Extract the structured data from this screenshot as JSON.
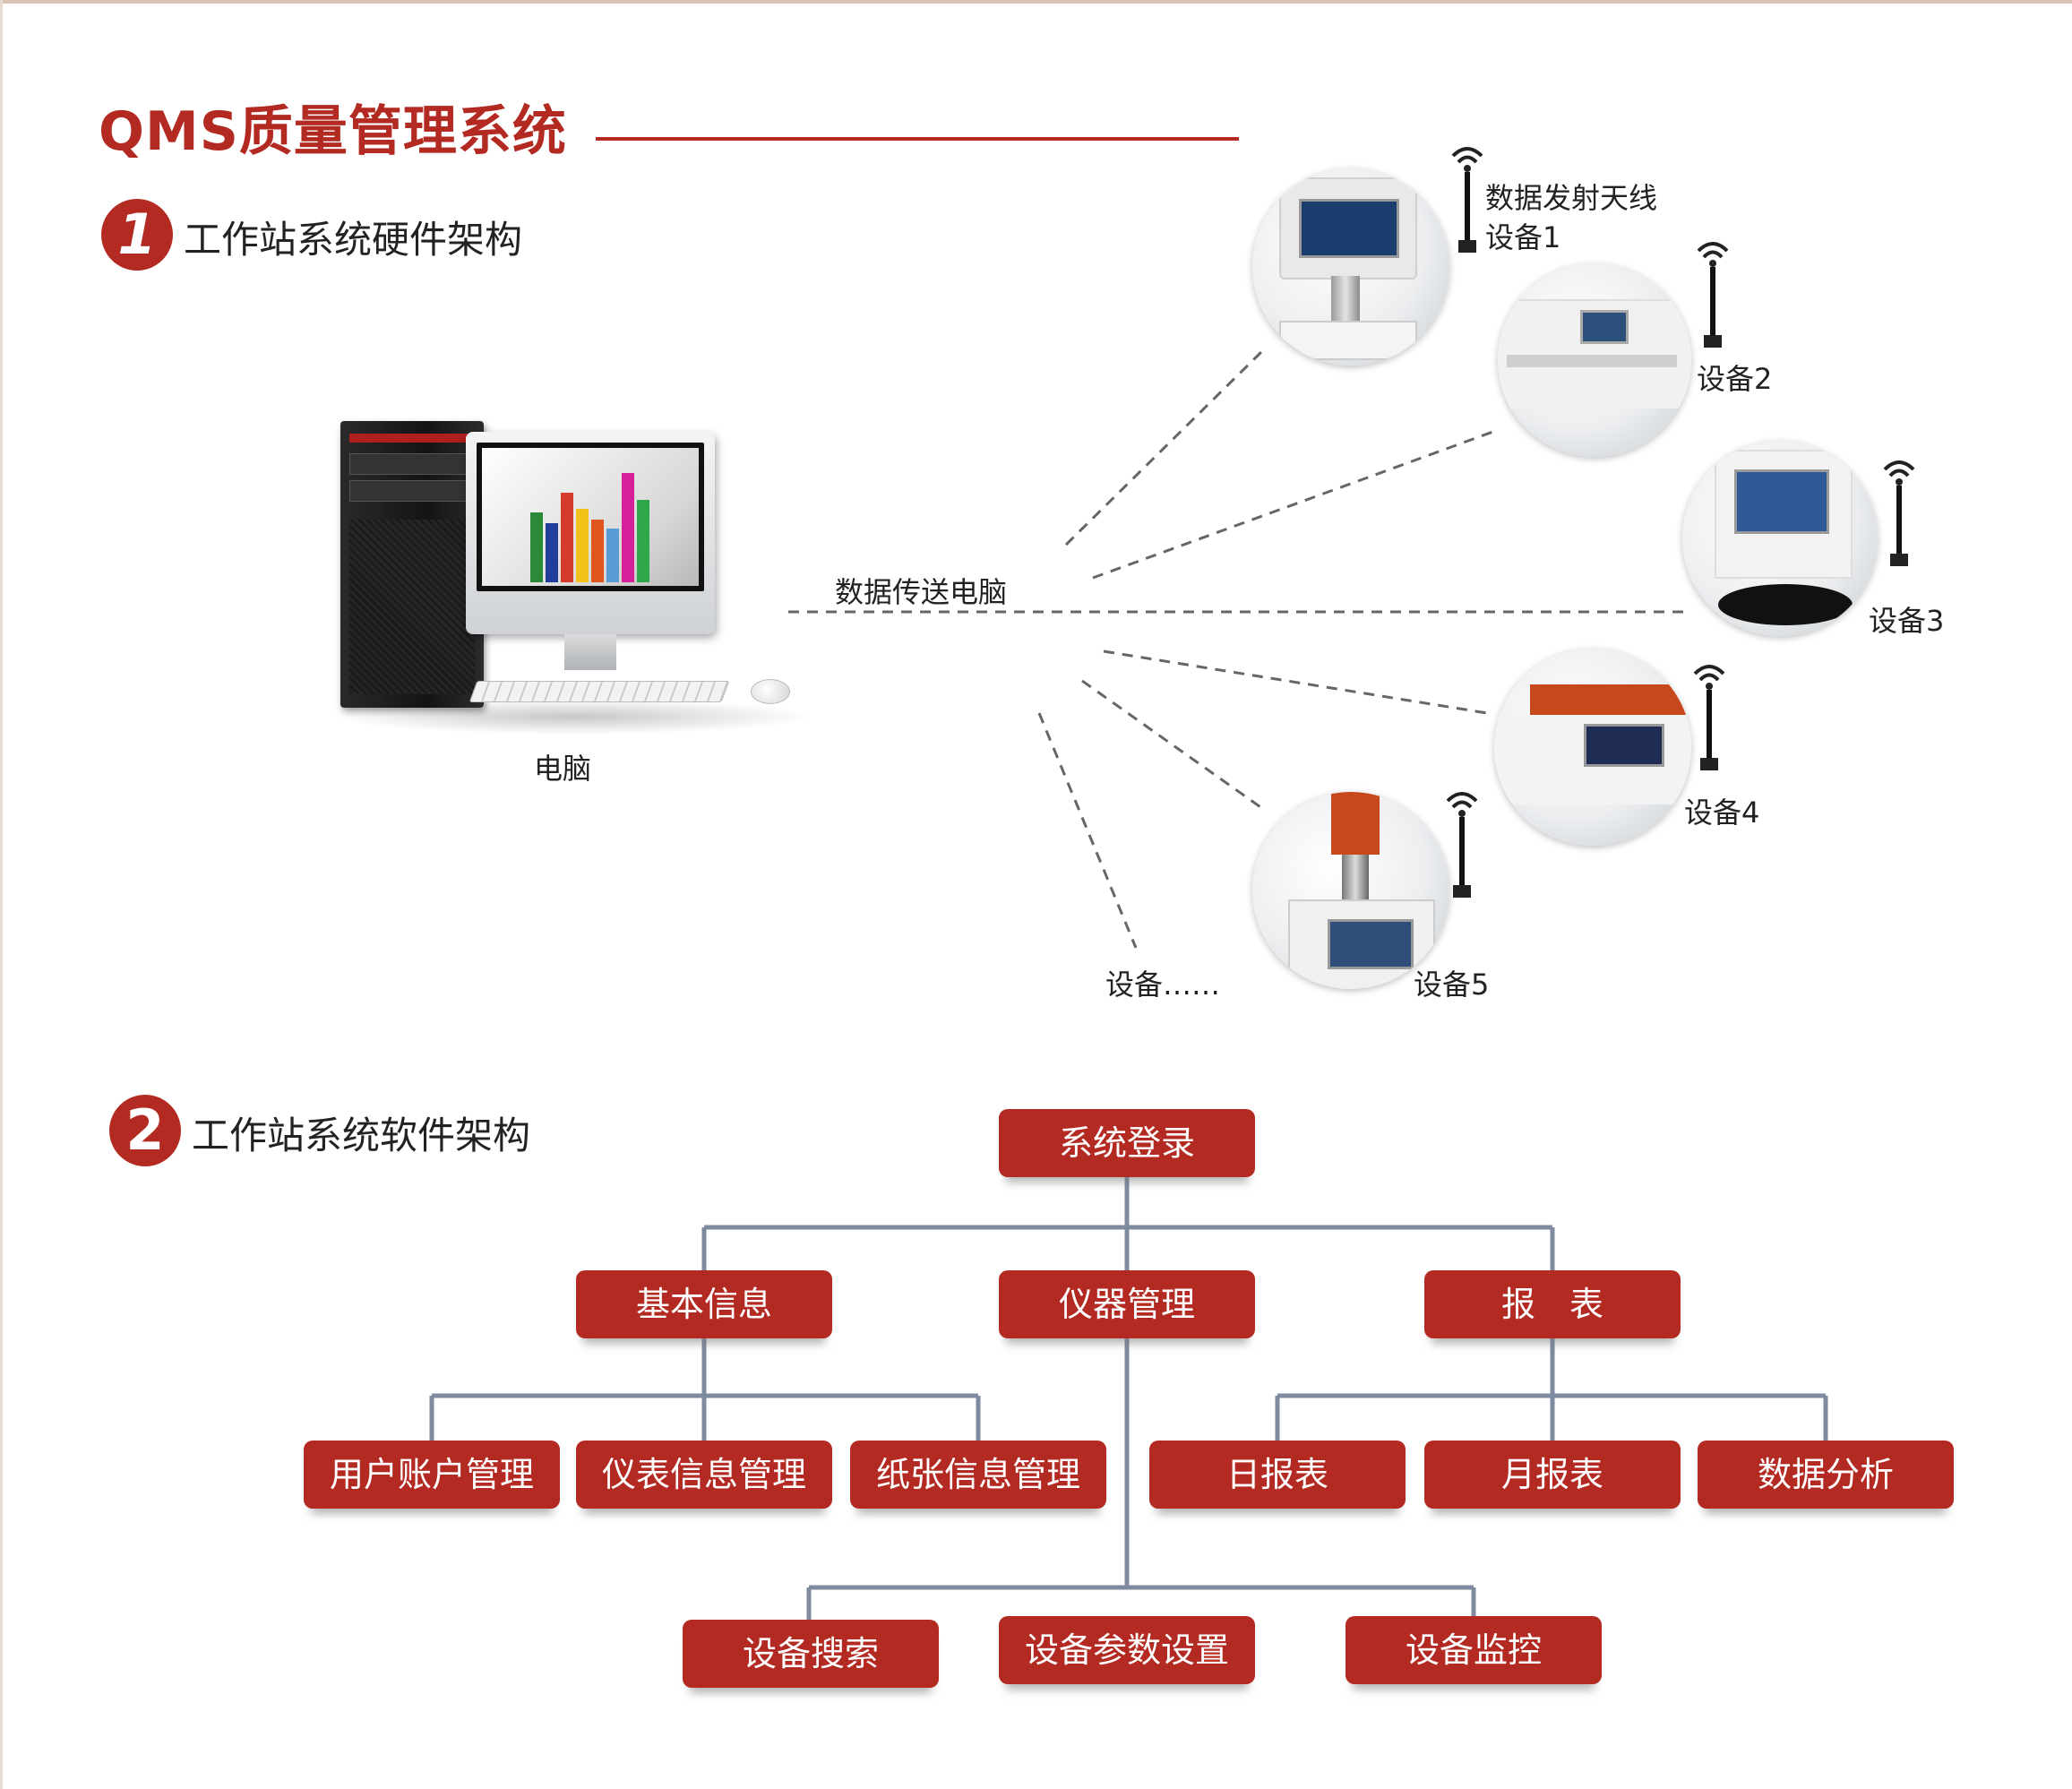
{
  "header": {
    "title": "QMS质量管理系统"
  },
  "section1": {
    "badge": "1",
    "title": "工作站系统硬件架构",
    "computer_label": "电脑",
    "link_label": "数据传送电脑",
    "antenna_label": "数据发射天线",
    "devices": [
      {
        "label": "设备1"
      },
      {
        "label": "设备2"
      },
      {
        "label": "设备3"
      },
      {
        "label": "设备4"
      },
      {
        "label": "设备5"
      }
    ],
    "more_devices_label": "设备……"
  },
  "section2": {
    "badge": "2",
    "title": "工作站系统软件架构",
    "root": "系统登录",
    "level1": [
      "基本信息",
      "仪器管理",
      "报　表"
    ],
    "basic_info_children": [
      "用户账户管理",
      "仪表信息管理",
      "纸张信息管理"
    ],
    "report_children": [
      "日报表",
      "月报表",
      "数据分析"
    ],
    "instrument_children": [
      "设备搜索",
      "设备参数设置",
      "设备监控"
    ]
  },
  "colors": {
    "accent": "#b32a22",
    "connector": "#7d8aa0",
    "dashed": "#666666",
    "bar_colors": [
      "#2a8a3a",
      "#1f3f9a",
      "#d63a2a",
      "#f2c21a",
      "#e0561f",
      "#5b9bd5",
      "#d6209a",
      "#2fa84a"
    ]
  },
  "icons": [
    "computer-tower-icon",
    "monitor-icon",
    "keyboard-icon",
    "mouse-icon",
    "wifi-antenna-icon"
  ]
}
